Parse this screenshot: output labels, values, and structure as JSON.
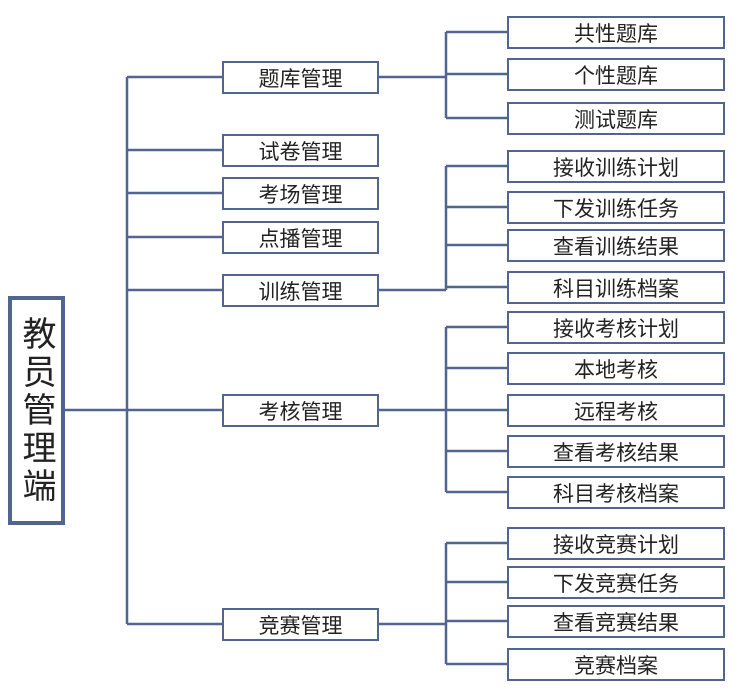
{
  "root": {
    "label": "教员管理端"
  },
  "modules": {
    "tiku": {
      "label": "题库管理",
      "children": [
        "共性题库",
        "个性题库",
        "测试题库"
      ]
    },
    "shijuan": {
      "label": "试卷管理"
    },
    "kaochang": {
      "label": "考场管理"
    },
    "dianbo": {
      "label": "点播管理"
    },
    "xunlian": {
      "label": "训练管理",
      "children": [
        "接收训练计划",
        "下发训练任务",
        "查看训练结果",
        "科目训练档案"
      ]
    },
    "kaohe": {
      "label": "考核管理",
      "children": [
        "接收考核计划",
        "本地考核",
        "远程考核",
        "查看考核结果",
        "科目考核档案"
      ]
    },
    "jingsai": {
      "label": "竞赛管理",
      "children": [
        "接收竞赛计划",
        "下发竞赛任务",
        "查看竞赛结果",
        "竞赛档案"
      ]
    }
  },
  "colors": {
    "line": "#52658f",
    "text": "#222222"
  }
}
